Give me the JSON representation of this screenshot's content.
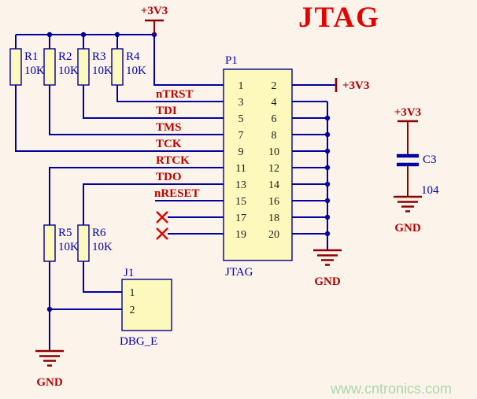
{
  "title": "JTAG",
  "watermark": "www.cntronics.com",
  "power": {
    "vcc": "+3V3",
    "gnd": "GND"
  },
  "signals": [
    "nTRST",
    "TDI",
    "TMS",
    "TCK",
    "RTCK",
    "TDO",
    "nRESET"
  ],
  "connector": {
    "ref": "P1",
    "label": "JTAG",
    "left_pins": [
      "1",
      "3",
      "5",
      "7",
      "9",
      "11",
      "13",
      "15",
      "17",
      "19"
    ],
    "right_pins": [
      "2",
      "4",
      "6",
      "8",
      "10",
      "12",
      "14",
      "16",
      "18",
      "20"
    ]
  },
  "resistors": [
    {
      "ref": "R1",
      "value": "10K"
    },
    {
      "ref": "R2",
      "value": "10K"
    },
    {
      "ref": "R3",
      "value": "10K"
    },
    {
      "ref": "R4",
      "value": "10K"
    },
    {
      "ref": "R5",
      "value": "10K"
    },
    {
      "ref": "R6",
      "value": "10K"
    }
  ],
  "capacitor": {
    "ref": "C3",
    "value": "104"
  },
  "jumper": {
    "ref": "J1",
    "label": "DBG_E",
    "pins": [
      "1",
      "2"
    ]
  },
  "colors": {
    "background": "#fcf3ea",
    "wire": "#0000a0",
    "component_fill": "#fdf8bb",
    "component_border": "#000090",
    "label_blue": "#0000a8",
    "signal_red": "#bb0000",
    "power_symbol": "#8b0000",
    "power_text": "#b30000",
    "pin_number": "#1a1a1a",
    "title": "#e60000",
    "watermark": "#a9d9a9",
    "no_connect": "#dd0000"
  }
}
